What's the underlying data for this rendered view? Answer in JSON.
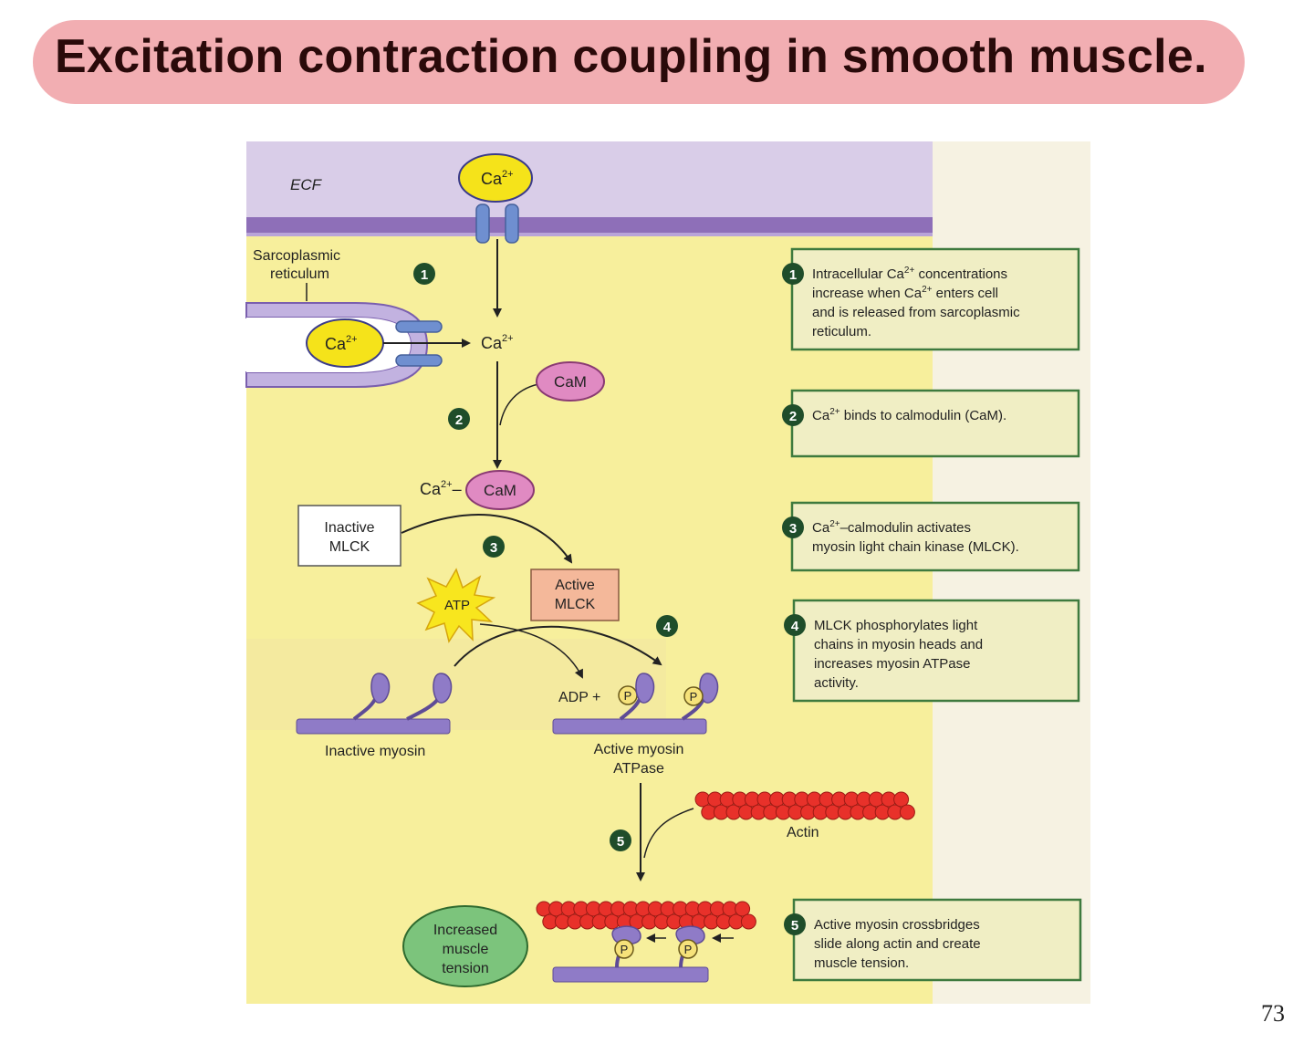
{
  "title": "Excitation contraction coupling in smooth muscle.",
  "page_number": "73",
  "diagram": {
    "ecf": "ECF",
    "ca": "Ca",
    "ca_charge": "2+",
    "sr_label_1": "Sarcoplasmic",
    "sr_label_2": "reticulum",
    "cam": "CaM",
    "ca_cam_ca": "Ca",
    "ca_cam_charge": "2+",
    "ca_cam_sep": "–",
    "inactive_mlck_1": "Inactive",
    "inactive_mlck_2": "MLCK",
    "active_mlck_1": "Active",
    "active_mlck_2": "MLCK",
    "atp": "ATP",
    "adp": "ADP +",
    "p": "P",
    "inactive_myosin": "Inactive myosin",
    "active_myosin_1": "Active myosin",
    "active_myosin_2": "ATPase",
    "actin": "Actin",
    "tension_1": "Increased",
    "tension_2": "muscle",
    "tension_3": "tension",
    "markers": [
      "1",
      "2",
      "3",
      "4",
      "5"
    ]
  },
  "steps": [
    {
      "num": "1",
      "line1_a": "Intracellular Ca",
      "line1_sup": "2+",
      "line1_b": " concentrations",
      "line2_a": "increase when Ca",
      "line2_sup": "2+",
      "line2_b": " enters cell",
      "line3": "and is released from sarcoplasmic",
      "line4": "reticulum."
    },
    {
      "num": "2",
      "line1_a": "Ca",
      "line1_sup": "2+",
      "line1_b": " binds to calmodulin (CaM)."
    },
    {
      "num": "3",
      "line1_a": "Ca",
      "line1_sup": "2+",
      "line1_b": "–calmodulin activates",
      "line2": "myosin light chain kinase (MLCK)."
    },
    {
      "num": "4",
      "line1": "MLCK phosphorylates light",
      "line2": "chains in myosin heads and",
      "line3": "increases myosin ATPase",
      "line4": "activity."
    },
    {
      "num": "5",
      "line1": "Active myosin crossbridges",
      "line2": "slide along actin and create",
      "line3": "muscle tension."
    }
  ],
  "colors": {
    "title_highlight": "#f2aeb2",
    "ecf": "#d9cde8",
    "membrane": "#8e6fb8",
    "cytoplasm": "#f7ef9c",
    "calcium": "#f5e31a",
    "calmodulin": "#e08ac2",
    "step_box_border": "#3e7a3e",
    "step_box_fill": "#f0eec4",
    "marker": "#1f4d2a",
    "actin": "#e8312a",
    "myosin": "#8f7bc7",
    "active_mlck": "#f4b89a",
    "tension": "#7cc47c"
  }
}
